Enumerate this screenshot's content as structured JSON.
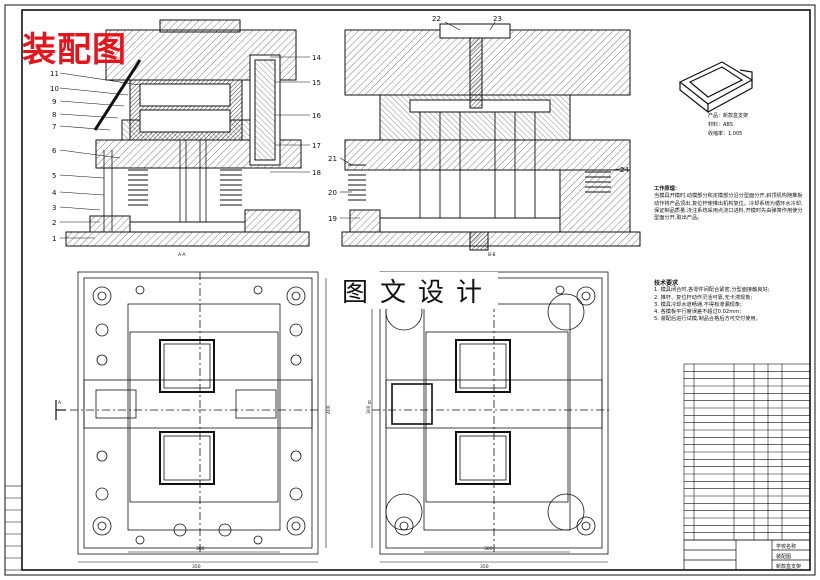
{
  "stamp_title": "装配图",
  "overlay_caption": "图文设计",
  "callouts_left": [
    "1",
    "2",
    "3",
    "4",
    "5",
    "6",
    "7",
    "8",
    "9",
    "10",
    "11"
  ],
  "callouts_right_a": [
    "14",
    "15",
    "16",
    "17",
    "18"
  ],
  "callouts_right_b": [
    "19",
    "20",
    "21",
    "22",
    "23",
    "24"
  ],
  "section_a_label": "A-A",
  "section_b_label": "B-B",
  "dim_width": "350",
  "dim_width_inner": "300",
  "dim_height": "400",
  "dim_height_inner": "300",
  "view_mark_left": "A",
  "view_mark_right": "B",
  "product_label": "产品：新款盒支架",
  "material_label": "材料：ABS",
  "shrink_label": "收缩率：1.005",
  "process_title": "工作原理：",
  "process_text": "当模具开模时,动模部分和定模部分沿分型面分开,斜顶机构随推板动作将产品顶出,复位杆使推出机构复位。冷却系统为循环水冷却,保证制品质量,浇注系统采用点浇口进料,开模时先由弹簧作用使分型面分开,取出产品。",
  "tech_title": "技术要求",
  "tech_items": [
    "1. 模具闭合时,各零件间配合紧密,分型面接触良好;",
    "2. 推杆、复位杆动作灵活可靠,无卡滞现象;",
    "3. 模具冷却水道畅通,不得有渗漏现象;",
    "4. 各模板平行度误差不超过0.02mm;",
    "5. 装配后进行试模,制品合格后方可交付使用。"
  ],
  "title_block": {
    "school": "学校名称",
    "drawing": "装配图",
    "product": "新款盒支架"
  },
  "bom_rows": 24,
  "colors": {
    "line": "#111111",
    "stamp": "#e8141b",
    "hatch": "#333333"
  }
}
